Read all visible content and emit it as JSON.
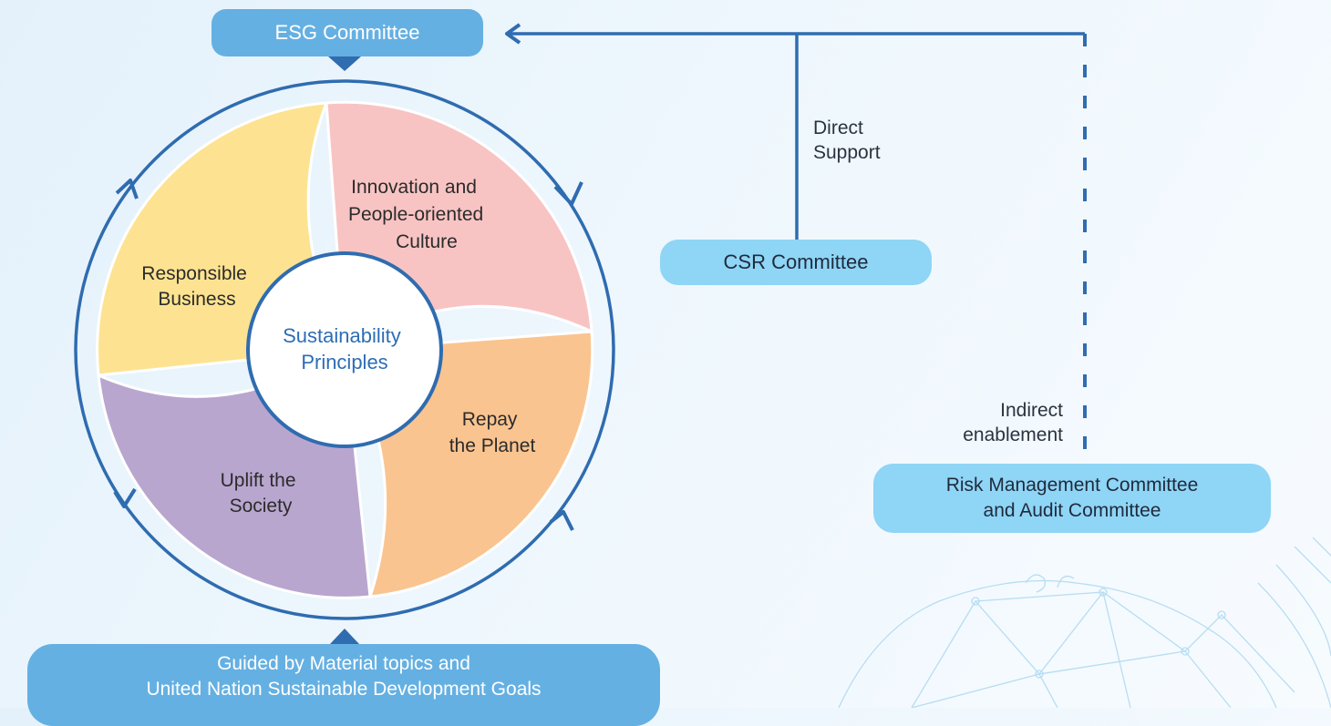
{
  "esg_committee": "ESG Committee",
  "csr_committee": "CSR Committee",
  "risk_committee": [
    "Risk Management Committee",
    "and Audit Committee"
  ],
  "direct_support": [
    "Direct",
    "Support"
  ],
  "indirect_enablement": [
    "Indirect",
    "enablement"
  ],
  "guided_by": [
    "Guided by Material topics and",
    "United Nation Sustainable Development Goals"
  ],
  "center": [
    "Sustainability",
    "Principles"
  ],
  "segments": {
    "responsible": [
      "Responsible",
      "Business"
    ],
    "innovation": [
      "Innovation and",
      "People-oriented",
      "Culture"
    ],
    "repay": [
      "Repay",
      "the Planet"
    ],
    "uplift": [
      "Uplift the",
      "Society"
    ]
  },
  "colors": {
    "ring": "#2f6cb0",
    "responsible": "#fde391",
    "innovation": "#f8c4c3",
    "repay": "#fac490",
    "uplift": "#b9a6cf",
    "pill_dark": "#65b0e2",
    "pill_light": "#8fd5f5",
    "center_text": "#2d6db5"
  }
}
